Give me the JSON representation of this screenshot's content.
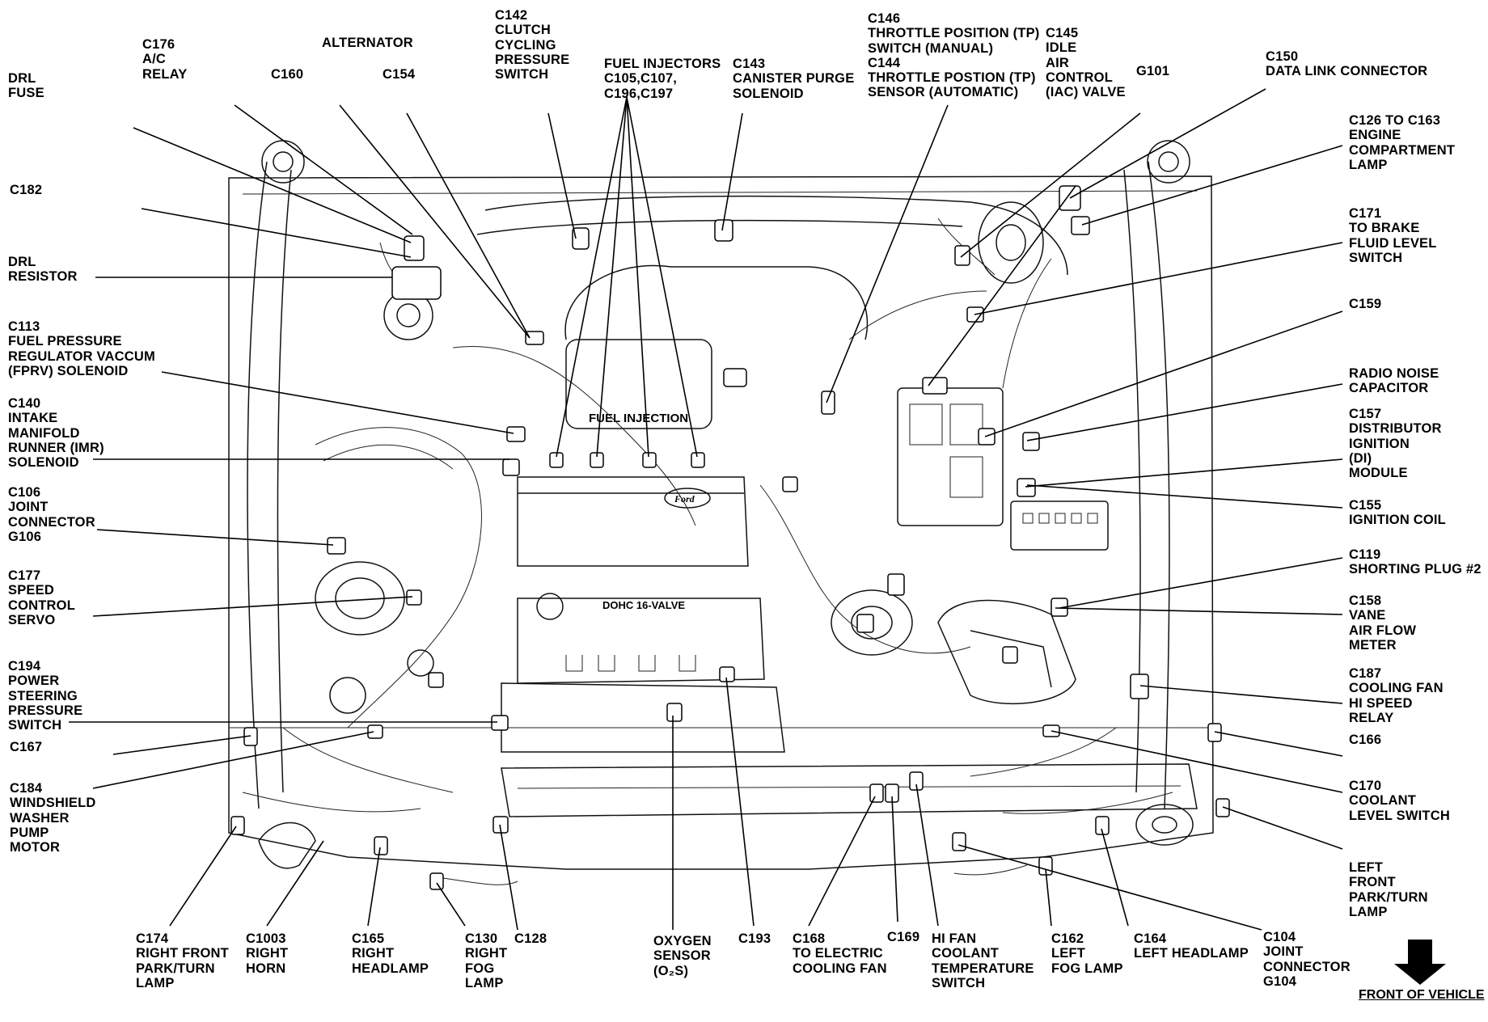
{
  "labels": {
    "drl_fuse": [
      "DRL",
      "FUSE"
    ],
    "c176": [
      "C176",
      "A/C",
      "RELAY"
    ],
    "alternator": [
      "ALTERNATOR"
    ],
    "c160": [
      "C160"
    ],
    "c154": [
      "C154"
    ],
    "c142": [
      "C142",
      "CLUTCH",
      "CYCLING",
      "PRESSURE",
      "SWITCH"
    ],
    "fuel_injectors": [
      "FUEL INJECTORS",
      "C105,C107,",
      "C196,C197"
    ],
    "c143": [
      "C143",
      "CANISTER PURGE",
      "SOLENOID"
    ],
    "c146": [
      "C146",
      "THROTTLE POSITION (TP)",
      "SWITCH (MANUAL)",
      "C144",
      "THROTTLE POSTION (TP)",
      "SENSOR (AUTOMATIC)"
    ],
    "c145": [
      "C145",
      "IDLE",
      "AIR",
      "CONTROL",
      "(IAC) VALVE"
    ],
    "g101": [
      "G101"
    ],
    "c150": [
      "C150",
      "DATA LINK CONNECTOR"
    ],
    "c182": [
      "C182"
    ],
    "drl_resistor": [
      "DRL",
      "RESISTOR"
    ],
    "c113": [
      "C113",
      "FUEL PRESSURE",
      "REGULATOR VACCUM",
      "(FPRV) SOLENOID"
    ],
    "c140": [
      "C140",
      "INTAKE",
      "MANIFOLD",
      "RUNNER (IMR)",
      "SOLENOID"
    ],
    "c106": [
      "C106",
      "JOINT",
      "CONNECTOR",
      "G106"
    ],
    "c177": [
      "C177",
      "SPEED",
      "CONTROL",
      "SERVO"
    ],
    "c194": [
      "C194",
      "POWER",
      "STEERING",
      "PRESSURE",
      "SWITCH"
    ],
    "c167": [
      "C167"
    ],
    "c184": [
      "C184",
      "WINDSHIELD",
      "WASHER",
      "PUMP",
      "MOTOR"
    ],
    "c126": [
      "C126 TO C163",
      "ENGINE",
      "COMPARTMENT",
      "LAMP"
    ],
    "c171": [
      "C171",
      "TO BRAKE",
      "FLUID LEVEL",
      "SWITCH"
    ],
    "c159": [
      "C159"
    ],
    "radio_noise": [
      "RADIO NOISE",
      "CAPACITOR"
    ],
    "c157": [
      "C157",
      "DISTRIBUTOR",
      "IGNITION",
      "(DI)",
      "MODULE"
    ],
    "c155": [
      "C155",
      "IGNITION COIL"
    ],
    "c119": [
      "C119",
      "SHORTING PLUG #2"
    ],
    "c158": [
      "C158",
      "VANE",
      "AIR FLOW",
      "METER"
    ],
    "c187": [
      "C187",
      "COOLING FAN",
      "HI SPEED",
      "RELAY"
    ],
    "c166": [
      "C166"
    ],
    "c170": [
      "C170",
      "COOLANT",
      "LEVEL SWITCH"
    ],
    "left_front_park": [
      "LEFT",
      "FRONT",
      "PARK/TURN",
      "LAMP"
    ],
    "c174": [
      "C174",
      "RIGHT FRONT",
      "PARK/TURN",
      "LAMP"
    ],
    "c1003": [
      "C1003",
      "RIGHT",
      "HORN"
    ],
    "c165": [
      "C165",
      "RIGHT",
      "HEADLAMP"
    ],
    "c130": [
      "C130",
      "RIGHT",
      "FOG",
      "LAMP"
    ],
    "c128": [
      "C128"
    ],
    "oxygen": [
      "OXYGEN",
      "SENSOR",
      "(O₂S)"
    ],
    "c193": [
      "C193"
    ],
    "c168": [
      "C168",
      "TO ELECTRIC",
      "COOLING FAN"
    ],
    "c169": [
      "C169"
    ],
    "hi_fan": [
      "HI FAN",
      "COOLANT",
      "TEMPERATURE",
      "SWITCH"
    ],
    "c162": [
      "C162",
      "LEFT",
      "FOG LAMP"
    ],
    "c164": [
      "C164",
      "LEFT HEADLAMP"
    ],
    "c104": [
      "C104",
      "JOINT",
      "CONNECTOR",
      "G104"
    ]
  },
  "engine_text": {
    "fuel_injection": "FUEL INJECTION",
    "dohc": "DOHC 16-VALVE",
    "brand": "Ford"
  },
  "footer": {
    "front_of_vehicle": "FRONT OF VEHICLE"
  }
}
